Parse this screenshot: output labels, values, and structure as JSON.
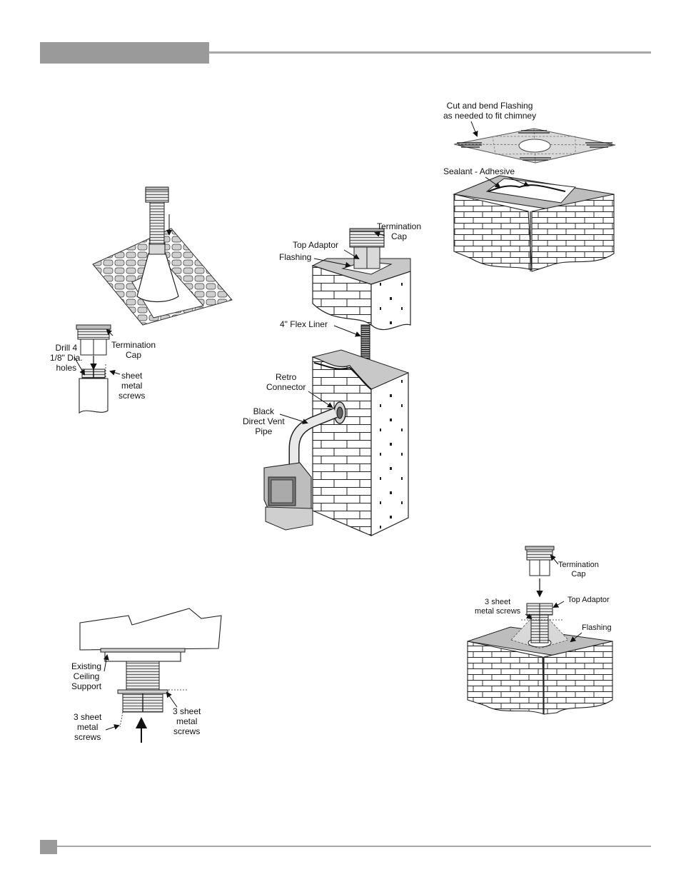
{
  "labels": {
    "fig1": {
      "termination_cap": "Termination\nCap",
      "drill": "Drill 4\n1/8\" Dia.\nholes",
      "screws": "sheet\nmetal\nscrews"
    },
    "fig2": {
      "termination_cap": "Termination\nCap",
      "top_adaptor": "Top Adaptor",
      "flashing": "Flashing",
      "flex_liner": "4\" Flex Liner",
      "retro": "Retro\nConnector",
      "vent_pipe": "Black\nDirect Vent\nPipe"
    },
    "fig3": {
      "cut_bend": "Cut and bend Flashing\nas needed to fit chimney",
      "sealant": "Sealant - Adhesive"
    },
    "fig4": {
      "ceiling_support": "Existing\nCeiling\nSupport",
      "screws_left": "3 sheet\nmetal\nscrews",
      "screws_right": "3 sheet\nmetal\nscrews"
    },
    "fig5": {
      "termination_cap": "Termination\nCap",
      "top_adaptor": "Top Adaptor",
      "screws": "3 sheet\nmetal screws",
      "flashing": "Flashing"
    }
  }
}
